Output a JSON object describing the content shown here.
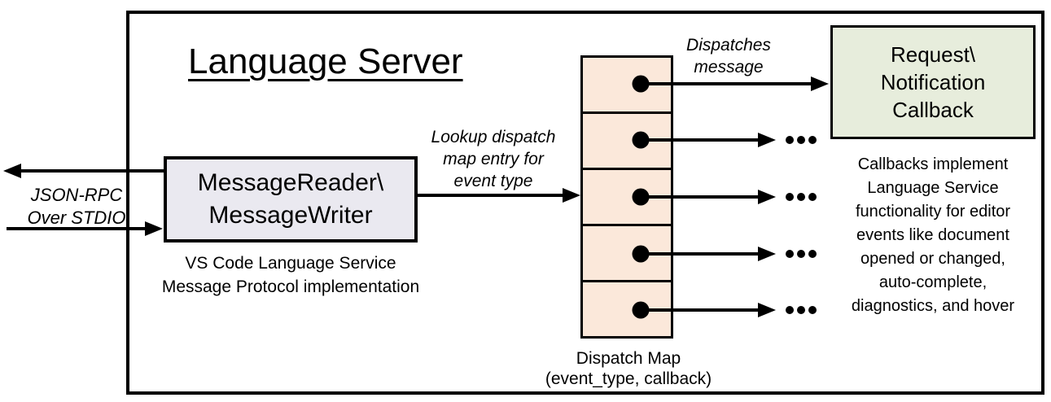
{
  "title": "Language Server",
  "labels": {
    "io_protocol": "JSON-RPC\nOver STDIO",
    "lookup": "Lookup dispatch\nmap entry for\nevent type",
    "dispatches": "Dispatches\nmessage",
    "callbacks_description": "Callbacks implement\nLanguage Service\nfunctionality for editor\nevents like document\nopened or changed,\nauto-complete,\ndiagnostics, and hover",
    "ellipsis": "..."
  },
  "boxes": {
    "message_reader_writer": {
      "label": "MessageReader\\\nMessageWriter",
      "caption": "VS Code Language Service\nMessage Protocol implementation",
      "fill": "#eae9f0"
    },
    "dispatch_map": {
      "rows": 5,
      "caption": "Dispatch Map\n(event_type, callback)",
      "fill": "#fbe8da"
    },
    "callback": {
      "label": "Request\\\nNotification\nCallback",
      "fill": "#e7eddc"
    }
  },
  "icons": {
    "arrowhead-icon": "solid black triangle arrowhead",
    "dispatch-entry-dot-icon": "filled black circle",
    "ellipsis-icon": "three black dots"
  },
  "colors": {
    "line": "#000000",
    "lavender_fill": "#eae9f0",
    "peach_fill": "#fbe8da",
    "green_fill": "#e7eddc",
    "background": "#ffffff"
  }
}
